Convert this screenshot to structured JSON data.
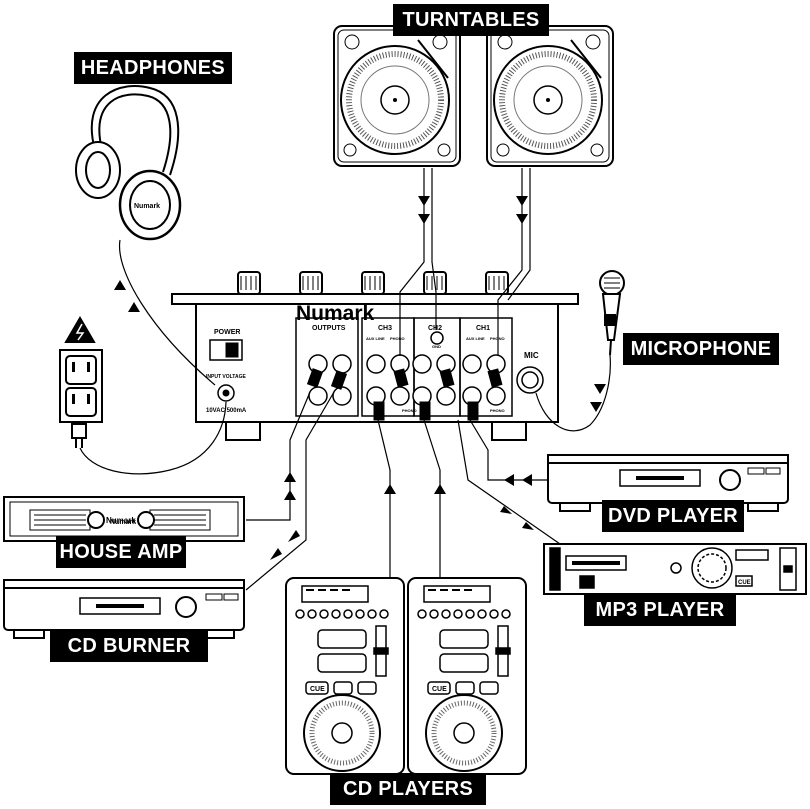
{
  "labels": {
    "turntables": "TURNTABLES",
    "headphones": "HEADPHONES",
    "microphone": "MICROPHONE",
    "dvd_player": "DVD PLAYER",
    "house_amp": "HOUSE AMP",
    "mp3_player": "MP3 PLAYER",
    "cd_burner": "CD BURNER",
    "cd_players": "CD PLAYERS"
  },
  "mixer": {
    "brand": "Numark",
    "power": "POWER",
    "input_voltage": "INPUT VOLTAGE",
    "voltage_rating": "10VAC 500mA",
    "outputs": "OUTPUTS",
    "ch3": "CH3",
    "ch2": "CH2",
    "ch1": "CH1",
    "aux_line": "AUX LINE",
    "phono": "PHONO",
    "gnd": "GND",
    "mic": "MIC"
  },
  "devices": {
    "amp_brand": "Numark",
    "cue": "CUE"
  }
}
